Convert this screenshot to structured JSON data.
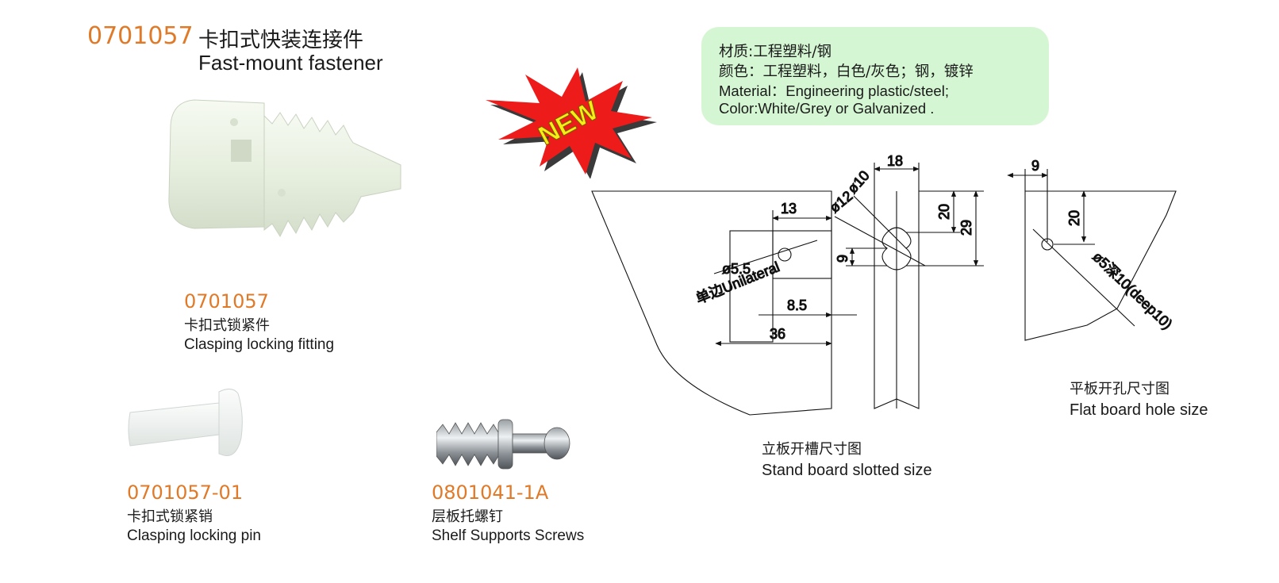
{
  "title": {
    "code": "0701057",
    "zh": "卡扣式快装连接件",
    "en": "Fast-mount fastener"
  },
  "new_badge": "NEW",
  "spec": {
    "lines": [
      "材质:工程塑料/钢",
      "颜色：工程塑料，白色/灰色；钢，镀锌",
      "Material：Engineering plastic/steel;",
      "Color:White/Grey or Galvanized ."
    ]
  },
  "products": [
    {
      "code": "0701057",
      "zh": "卡扣式锁紧件",
      "en": "Clasping locking fitting"
    },
    {
      "code": "0701057-01",
      "zh": "卡扣式锁紧销",
      "en": "Clasping locking pin"
    },
    {
      "code": "0801041-1A",
      "zh": "层板托螺钉",
      "en": "Shelf Supports Screws"
    }
  ],
  "drawing": {
    "dims": {
      "d13": "13",
      "d55": "ø5.5",
      "unilateral": "单边Unilateral",
      "d85": "8.5",
      "d36": "36",
      "d18": "18",
      "d10": "ø10",
      "d12": "ø12",
      "d9a": "9",
      "d20a": "20",
      "d29": "29",
      "d9b": "9",
      "d20b": "20",
      "d5deep": "ø5深10(deep10)"
    },
    "stand_label": {
      "zh": "立板开槽尺寸图",
      "en": "Stand board slotted size"
    },
    "flat_label": {
      "zh": "平板开孔尺寸图",
      "en": "Flat board hole size"
    }
  }
}
